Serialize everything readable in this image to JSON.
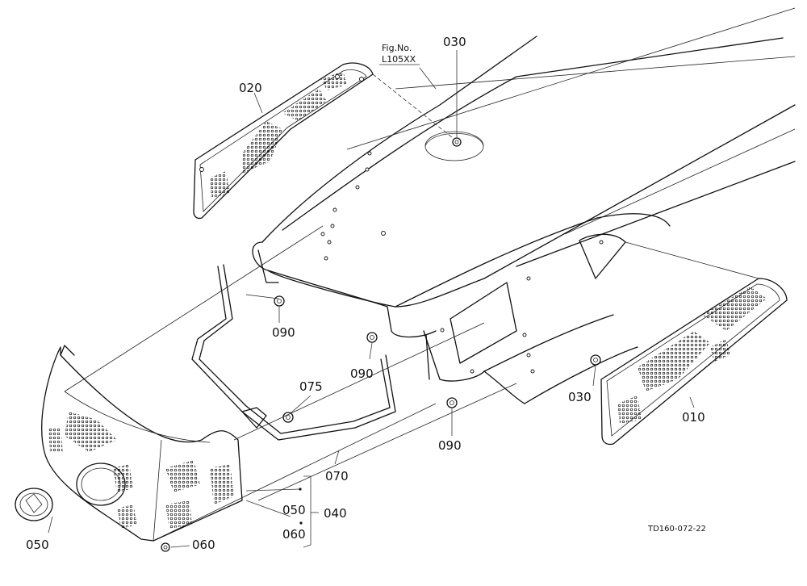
{
  "figure": {
    "ref_title": "Fig.No.",
    "ref_code": "L105XX",
    "drawing_code": "TD160-072-22"
  },
  "parts": [
    {
      "id": "p010",
      "number": "010"
    },
    {
      "id": "p020",
      "number": "020"
    },
    {
      "id": "p030a",
      "number": "030"
    },
    {
      "id": "p030b",
      "number": "030"
    },
    {
      "id": "p040",
      "number": "040"
    },
    {
      "id": "p050a",
      "number": "050"
    },
    {
      "id": "p050b",
      "number": "050"
    },
    {
      "id": "p060a",
      "number": "060"
    },
    {
      "id": "p060b",
      "number": "060"
    },
    {
      "id": "p070",
      "number": "070"
    },
    {
      "id": "p075",
      "number": "075"
    },
    {
      "id": "p090a",
      "number": "090"
    },
    {
      "id": "p090b",
      "number": "090"
    },
    {
      "id": "p090c",
      "number": "090"
    }
  ],
  "labels": {
    "p010": "010",
    "p020": "020",
    "p030a": "030",
    "p030b": "030",
    "p040": "040",
    "p050a": "050",
    "p050b": "050",
    "p060a": "060",
    "p060b": "060",
    "p070": "070",
    "p075": "075",
    "p090a": "090",
    "p090b": "090",
    "p090c": "090"
  },
  "colors": {
    "line": "#111111",
    "background": "#ffffff"
  },
  "icons": {
    "emblem": "kubota-emblem-icon",
    "nut": "nut-icon"
  }
}
